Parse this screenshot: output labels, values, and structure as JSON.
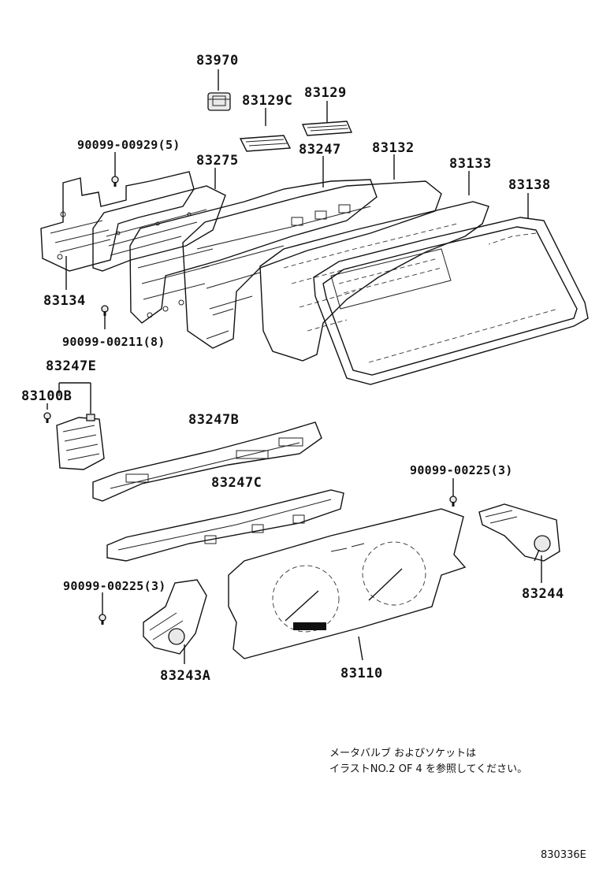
{
  "diagram": {
    "parts": {
      "p83970": "83970",
      "p83129C": "83129C",
      "p83129": "83129",
      "p90099_00929": "90099-00929(5)",
      "p83275": "83275",
      "p83247": "83247",
      "p83132": "83132",
      "p83133": "83133",
      "p83138": "83138",
      "p83134": "83134",
      "p90099_00211": "90099-00211(8)",
      "p83247E": "83247E",
      "p83100B": "83100B",
      "p83247B": "83247B",
      "p83247C": "83247C",
      "p90099_00225_r": "90099-00225(3)",
      "p90099_00225_l": "90099-00225(3)",
      "p83244": "83244",
      "p83243A": "83243A",
      "p83110": "83110"
    },
    "note_line1": "メータバルブ およびソケットは",
    "note_line2": "イラストNO.2 OF 4 を参照してください。",
    "reference": "830336E"
  }
}
